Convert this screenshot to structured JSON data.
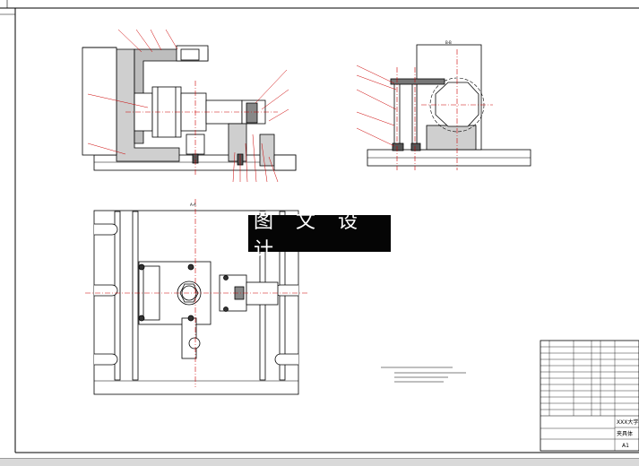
{
  "watermark": {
    "text": "图 文 设 计"
  },
  "title_block": {
    "school": "XXX大学",
    "drawing_name": "夹具体",
    "scale": "A1"
  },
  "views": {
    "side_view_label": "B-B",
    "top_view_section": "A-A"
  },
  "colors": {
    "line": "#000000",
    "centerline": "#cc0000",
    "leader": "#cc0000",
    "hatch": "#000000"
  }
}
